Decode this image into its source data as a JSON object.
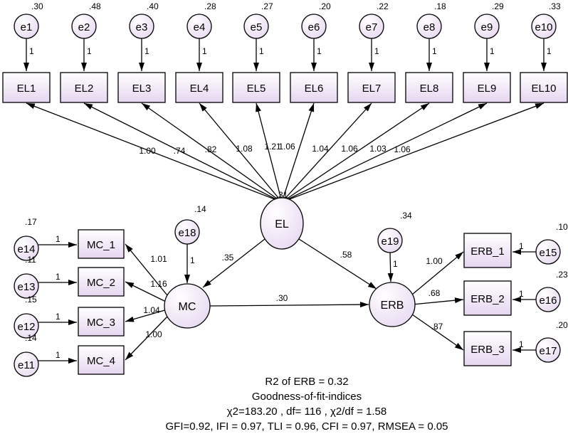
{
  "colors": {
    "fill_top": "#ffffff",
    "fill_bottom": "#e6d6f0",
    "stroke": "#000000"
  },
  "el_indicators": [
    {
      "error": "e1",
      "error_var": ".30",
      "path": "1",
      "box": "EL1",
      "loading": "1.00"
    },
    {
      "error": "e2",
      "error_var": ".48",
      "path": "1",
      "box": "EL2",
      "loading": ".74"
    },
    {
      "error": "e3",
      "error_var": ".40",
      "path": "1",
      "box": "EL3",
      "loading": ".82"
    },
    {
      "error": "e4",
      "error_var": ".28",
      "path": "1",
      "box": "EL4",
      "loading": "1.08"
    },
    {
      "error": "e5",
      "error_var": ".27",
      "path": "1",
      "box": "EL5",
      "loading": "1.21"
    },
    {
      "error": "e6",
      "error_var": ".20",
      "path": "1",
      "box": "EL6",
      "loading": "1.06"
    },
    {
      "error": "e7",
      "error_var": ".22",
      "path": "1",
      "box": "EL7",
      "loading": "1.04"
    },
    {
      "error": "e8",
      "error_var": ".18",
      "path": "1",
      "box": "EL8",
      "loading": "1.06"
    },
    {
      "error": "e9",
      "error_var": ".29",
      "path": "1",
      "box": "EL9",
      "loading": "1.03"
    },
    {
      "error": "e10",
      "error_var": ".33",
      "path": "1",
      "box": "EL10",
      "loading": "1.06"
    }
  ],
  "mc_indicators": [
    {
      "error": "e14",
      "error_var": ".17",
      "path": "1",
      "box": "MC_1",
      "loading": "1.01"
    },
    {
      "error": "e13",
      "error_var": ".11",
      "path": "1",
      "box": "MC_2",
      "loading": "1.16"
    },
    {
      "error": "e12",
      "error_var": ".15",
      "path": "1",
      "box": "MC_3",
      "loading": "1.04"
    },
    {
      "error": "e11",
      "error_var": ".14",
      "path": "1",
      "box": "MC_4",
      "loading": "1.00"
    }
  ],
  "erb_indicators": [
    {
      "error": "e15",
      "error_var": ".10",
      "path": "1",
      "box": "ERB_1",
      "loading": "1.00"
    },
    {
      "error": "e16",
      "error_var": ".23",
      "path": "1",
      "box": "ERB_2",
      "loading": ".68"
    },
    {
      "error": "e17",
      "error_var": ".20",
      "path": "1",
      "box": "ERB_3",
      "loading": ".87"
    }
  ],
  "latents": {
    "el": {
      "label": "EL",
      "variance": ".31"
    },
    "mc": {
      "label": "MC"
    },
    "erb": {
      "label": "ERB"
    }
  },
  "disturbances": {
    "mc": {
      "label": "e18",
      "variance": ".14",
      "path": "1"
    },
    "erb": {
      "label": "e19",
      "variance": ".34",
      "path": "1"
    }
  },
  "structural": {
    "el_mc": ".35",
    "el_erb": ".58",
    "mc_erb": ".30"
  },
  "fit": {
    "line1": "R2 of ERB = 0.32",
    "line2": "Goodness-of-fit-indices",
    "line3": "χ2=183.20 , df= 116 , χ2/df = 1.58",
    "line4": "GFI=0.92, IFI = 0.97, TLI = 0.96, CFI = 0.97, RMSEA = 0.05"
  }
}
